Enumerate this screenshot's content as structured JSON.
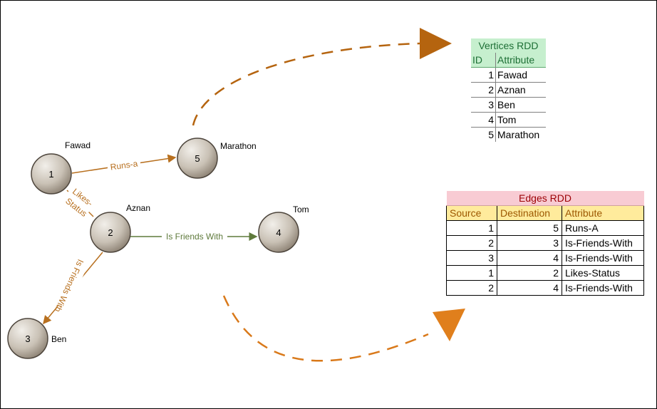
{
  "graph": {
    "nodes": [
      {
        "id": "1",
        "name": "Fawad"
      },
      {
        "id": "5",
        "name": "Marathon"
      },
      {
        "id": "2",
        "name": "Aznan"
      },
      {
        "id": "4",
        "name": "Tom"
      },
      {
        "id": "3",
        "name": "Ben"
      }
    ],
    "edges": [
      {
        "label": "Runs-a"
      },
      {
        "label_line1": "Likes-",
        "label_line2": "Status"
      },
      {
        "label": "Is Friends With"
      },
      {
        "label": "Is Friends With"
      }
    ],
    "colors": {
      "node_fill_light": "#f2efea",
      "node_fill_dark": "#8d8274",
      "node_stroke": "#4d453c",
      "edge_orange": "#b8701f",
      "edge_green": "#5f7a3c",
      "arrow_dark": "#b5640f",
      "arrow_light": "#e07f1c"
    }
  },
  "vertices_table": {
    "title": "Vertices RDD",
    "headers": {
      "id": "ID",
      "attribute": "Attribute"
    },
    "rows": [
      {
        "id": "1",
        "attribute": "Fawad"
      },
      {
        "id": "2",
        "attribute": "Aznan"
      },
      {
        "id": "3",
        "attribute": "Ben"
      },
      {
        "id": "4",
        "attribute": "Tom"
      },
      {
        "id": "5",
        "attribute": "Marathon"
      }
    ]
  },
  "edges_table": {
    "title": "Edges RDD",
    "headers": {
      "source": "Source",
      "destination": "Destination",
      "attribute": "Attribute"
    },
    "rows": [
      {
        "source": "1",
        "destination": "5",
        "attribute": "Runs-A"
      },
      {
        "source": "2",
        "destination": "3",
        "attribute": "Is-Friends-With"
      },
      {
        "source": "3",
        "destination": "4",
        "attribute": "Is-Friends-With"
      },
      {
        "source": "1",
        "destination": "2",
        "attribute": "Likes-Status"
      },
      {
        "source": "2",
        "destination": "4",
        "attribute": "Is-Friends-With"
      }
    ]
  }
}
